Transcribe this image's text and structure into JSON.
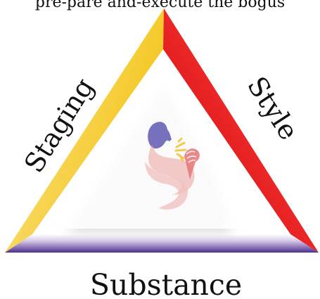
{
  "top_text": "pre-pare and-execute the bogus",
  "diagram": {
    "left_side_label": "Staging",
    "right_side_label": "Style",
    "bottom_side_label": "Substance",
    "colors": {
      "left_side": "#f6c800",
      "right_side": "#ef1c24",
      "bottom_side": "#5a3e96",
      "inner_shadow": "#c7c7c7",
      "icon_figure": "#6f6ab8",
      "icon_cone": "#ef8d8d",
      "icon_spark": "#f7c64a"
    },
    "center_icon": "speaker-with-ice-cream-icon"
  }
}
